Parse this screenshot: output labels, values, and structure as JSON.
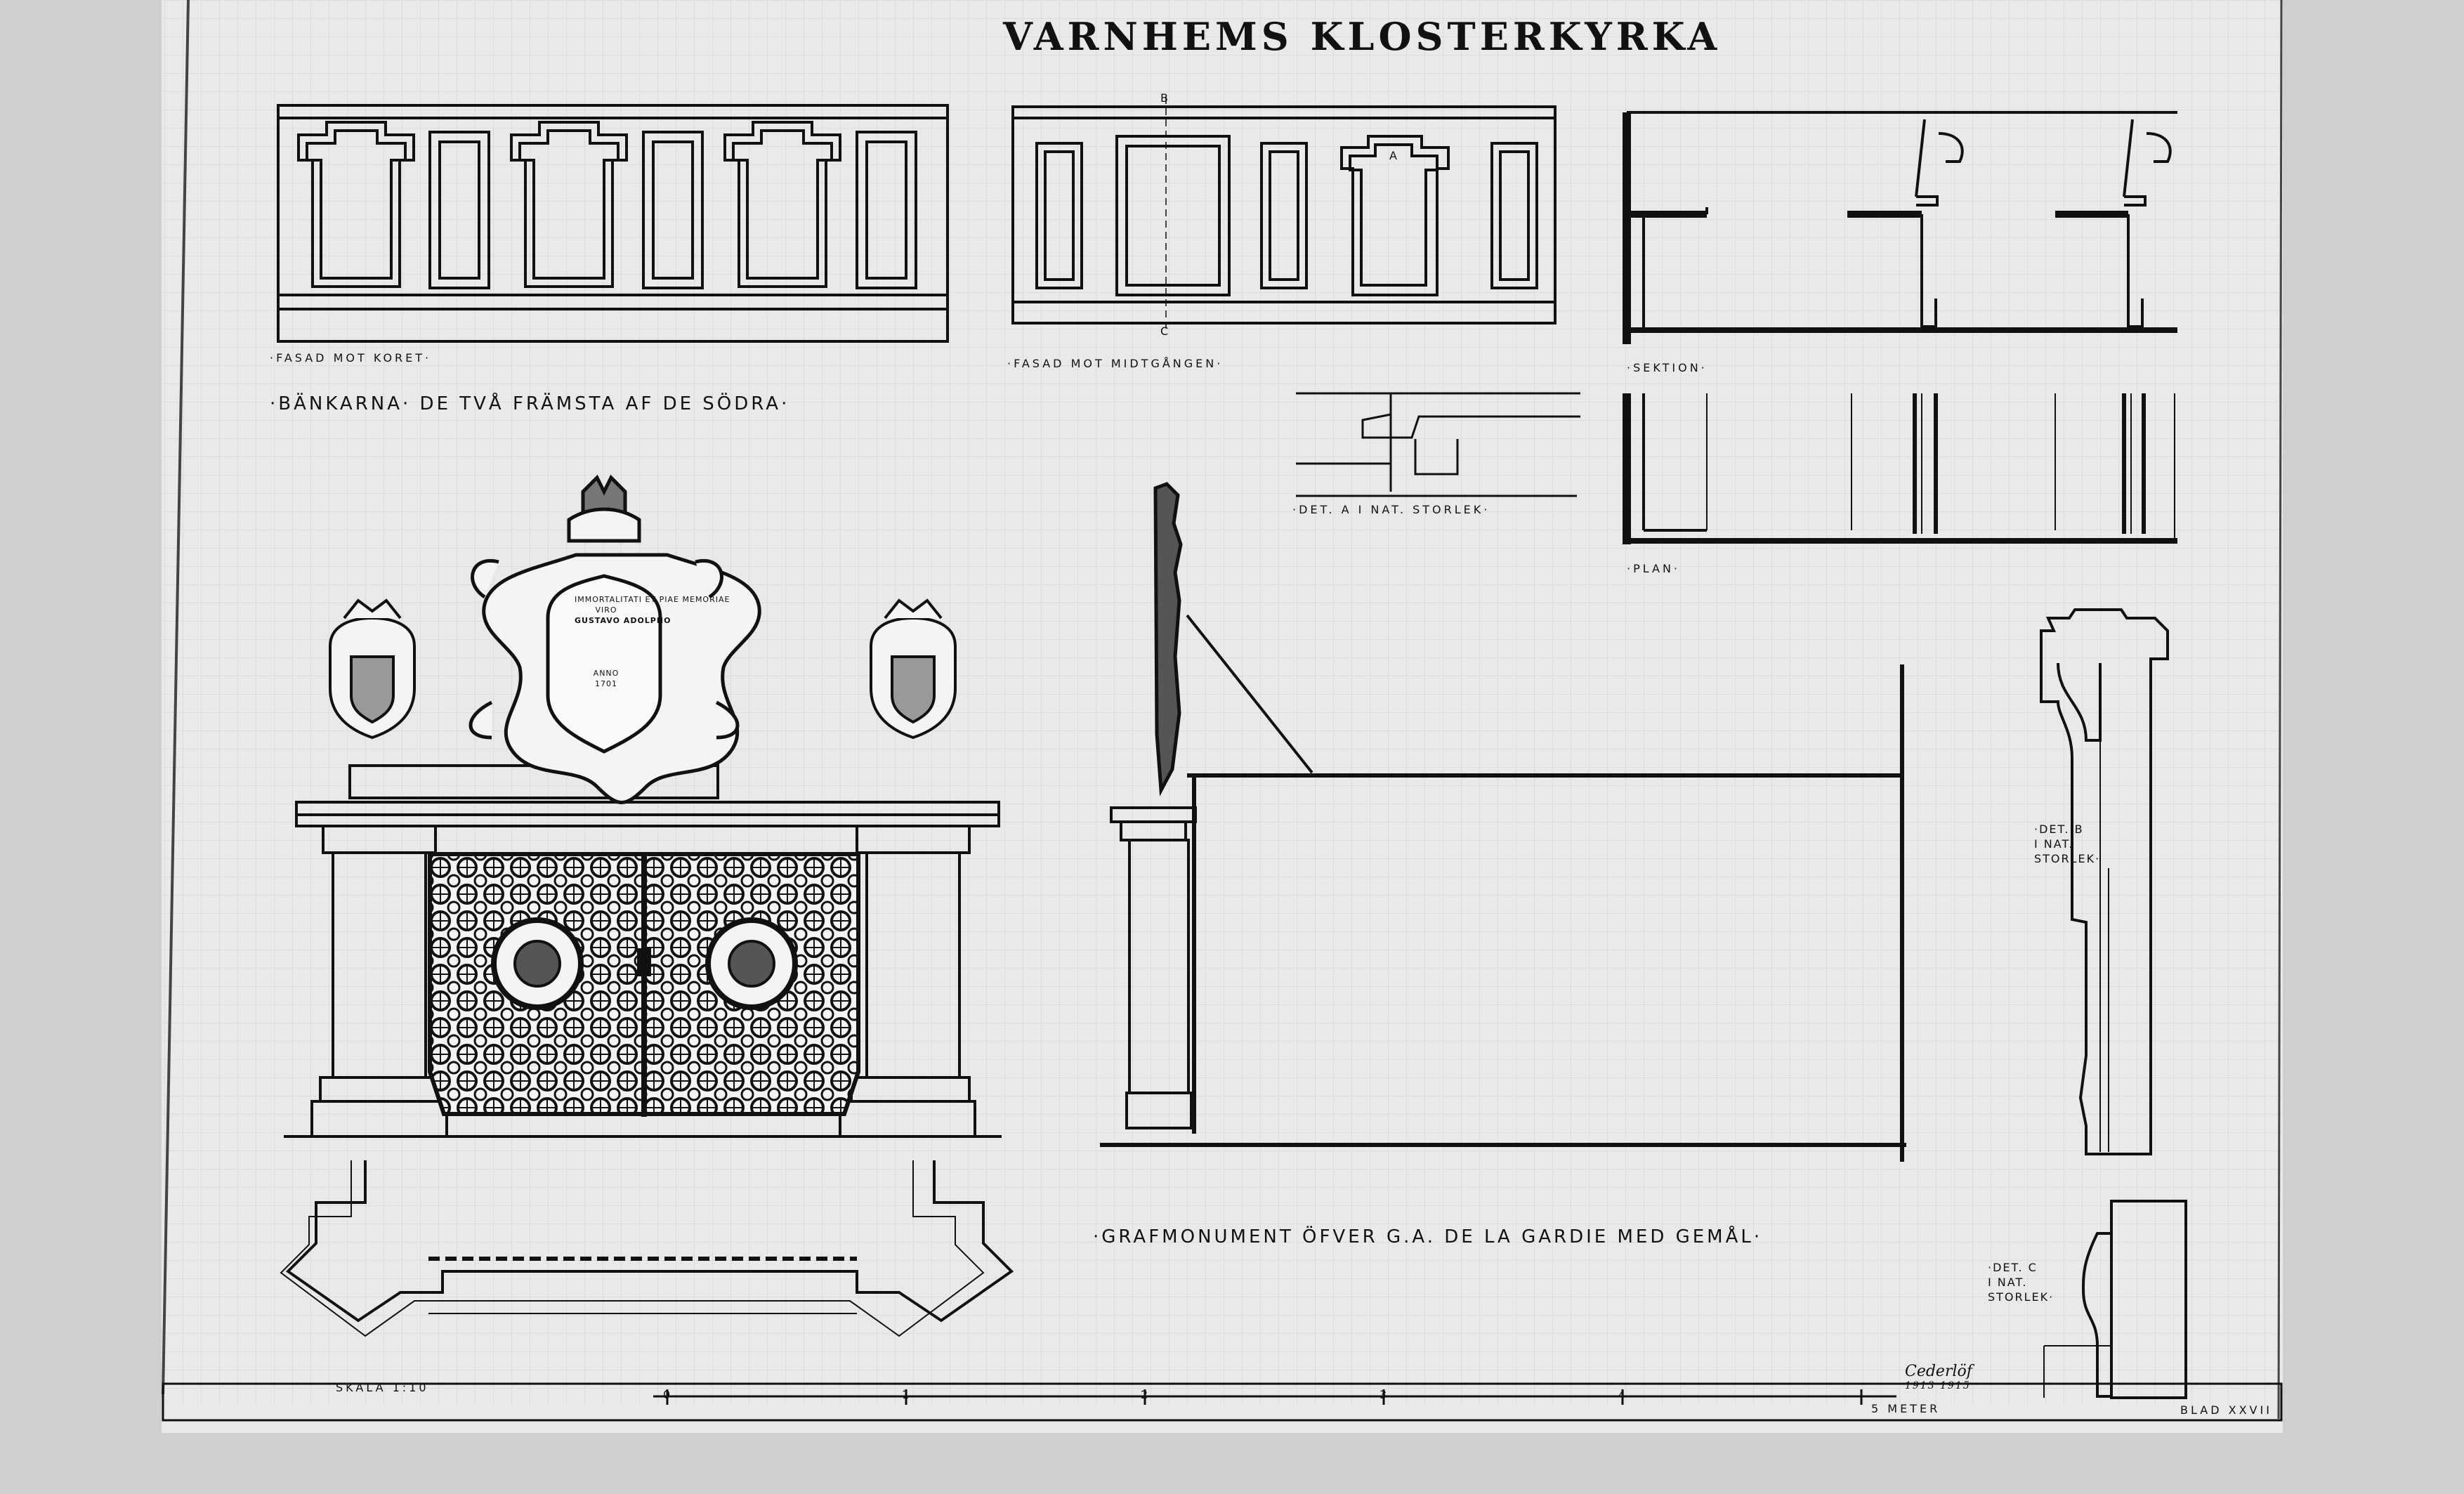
{
  "title": "VARNHEMS KLOSTERKYRKA",
  "labels": {
    "fasad_koret": "·FASAD MOT KORET·",
    "fasad_midtgangen": "·FASAD MOT MIDTGÅNGEN·",
    "sektion": "·SEKTION·",
    "plan": "·PLAN·",
    "bankarna": "·BÄNKARNA· DE TVÅ FRÄMSTA AF DE SÖDRA·",
    "det_a": "·DET. A I NAT. STORLEK·",
    "det_b": [
      "·DET. B",
      "I NAT.",
      "STORLEK·"
    ],
    "det_c": [
      "·DET. C",
      "I NAT.",
      "STORLEK·"
    ],
    "grafmonument": "·GRAFMONUMENT ÖFVER G.A. DE LA GARDIE MED GEMÅL·",
    "marker_a": "A",
    "marker_b": "B",
    "marker_c": "C"
  },
  "plaque_text": [
    "IMMORTALITATI ET PIAE MEMORIAE",
    "VIRO",
    "GUSTAVO ADOLPHO",
    "ANNO",
    "1701"
  ],
  "scale": {
    "label": "SKALA 1:10",
    "ticks": [
      "0",
      "1",
      "2",
      "3",
      "4",
      "5 METER"
    ]
  },
  "signature": {
    "name": "Cederlöf",
    "years": "1913   1915"
  },
  "sheet_number": "BLAD XXVII",
  "colors": {
    "ink": "#111111",
    "paper": "#e9e9e7",
    "grid": "#cfcfcc"
  }
}
